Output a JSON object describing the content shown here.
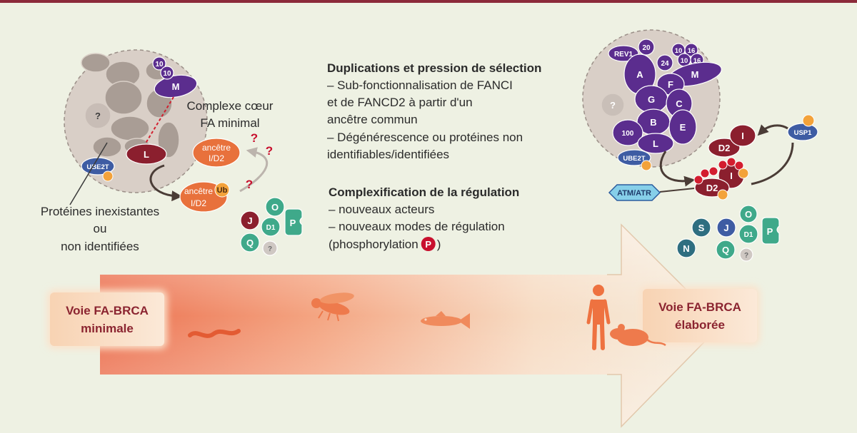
{
  "colors": {
    "background": "#eef1e3",
    "accent_red": "#8b2430",
    "purple": "#5b2d8e",
    "teal": "#3fa98a",
    "orange": "#e8713c"
  },
  "left_complex": {
    "label": [
      "Complexe cœur",
      "FA minimal"
    ],
    "m": "M",
    "ten_a": "10",
    "ten_b": "10",
    "l": "L",
    "ube2t": "UBE2T",
    "unknown": "?"
  },
  "ancestors": {
    "upper": [
      "ancêtre",
      "I/D2"
    ],
    "lower": [
      "ancêtre",
      "I/D2"
    ],
    "ub": "Ub"
  },
  "question_marks": [
    "?",
    "?",
    "?"
  ],
  "missing_proteins_label": [
    "Protéines inexistantes",
    "ou",
    "non identifiées"
  ],
  "left_partners": {
    "j": "J",
    "o": "O",
    "d1": "D1",
    "p": "P",
    "q": "Q",
    "unknown": "?"
  },
  "duplication": {
    "title": "Duplications et pression de sélection",
    "lines": [
      "– Sub-fonctionnalisation de FANCI",
      "et de FANCD2 à partir d'un",
      "ancêtre commun",
      "– Dégénérescence ou protéines non",
      "identifiables/identifiées"
    ]
  },
  "regulation": {
    "title": "Complexification de la régulation",
    "lines": [
      "– nouveaux acteurs",
      "– nouveaux modes de régulation",
      "(phosphorylation"
    ],
    "phospho_symbol": "P",
    "closing": ")"
  },
  "right_complex": {
    "rev1": "REV1",
    "p20": "20",
    "p24": "24",
    "p10a": "10",
    "p16a": "16",
    "p10b": "10",
    "p16b": "16",
    "m": "M",
    "a": "A",
    "f": "F",
    "g": "G",
    "c": "C",
    "b": "B",
    "e": "E",
    "p100": "100",
    "l": "L",
    "unknown": "?",
    "ube2t": "UBE2T"
  },
  "activation": {
    "d2_top": "D2",
    "i_top": "I",
    "d2_bottom": "D2",
    "i_bottom": "I",
    "usp1": "USP1",
    "atm_atr": "ATM/ATR"
  },
  "right_partners": {
    "s": "S",
    "j": "J",
    "o": "O",
    "d1": "D1",
    "p": "P",
    "n": "N",
    "q": "Q",
    "unknown": "?"
  },
  "pathways": {
    "minimal": [
      "Voie FA-BRCA",
      "minimale"
    ],
    "elaborate": [
      "Voie FA-BRCA",
      "élaborée"
    ]
  },
  "organisms": [
    "worm-icon",
    "fly-icon",
    "fish-icon",
    "human-icon",
    "mouse-icon"
  ]
}
